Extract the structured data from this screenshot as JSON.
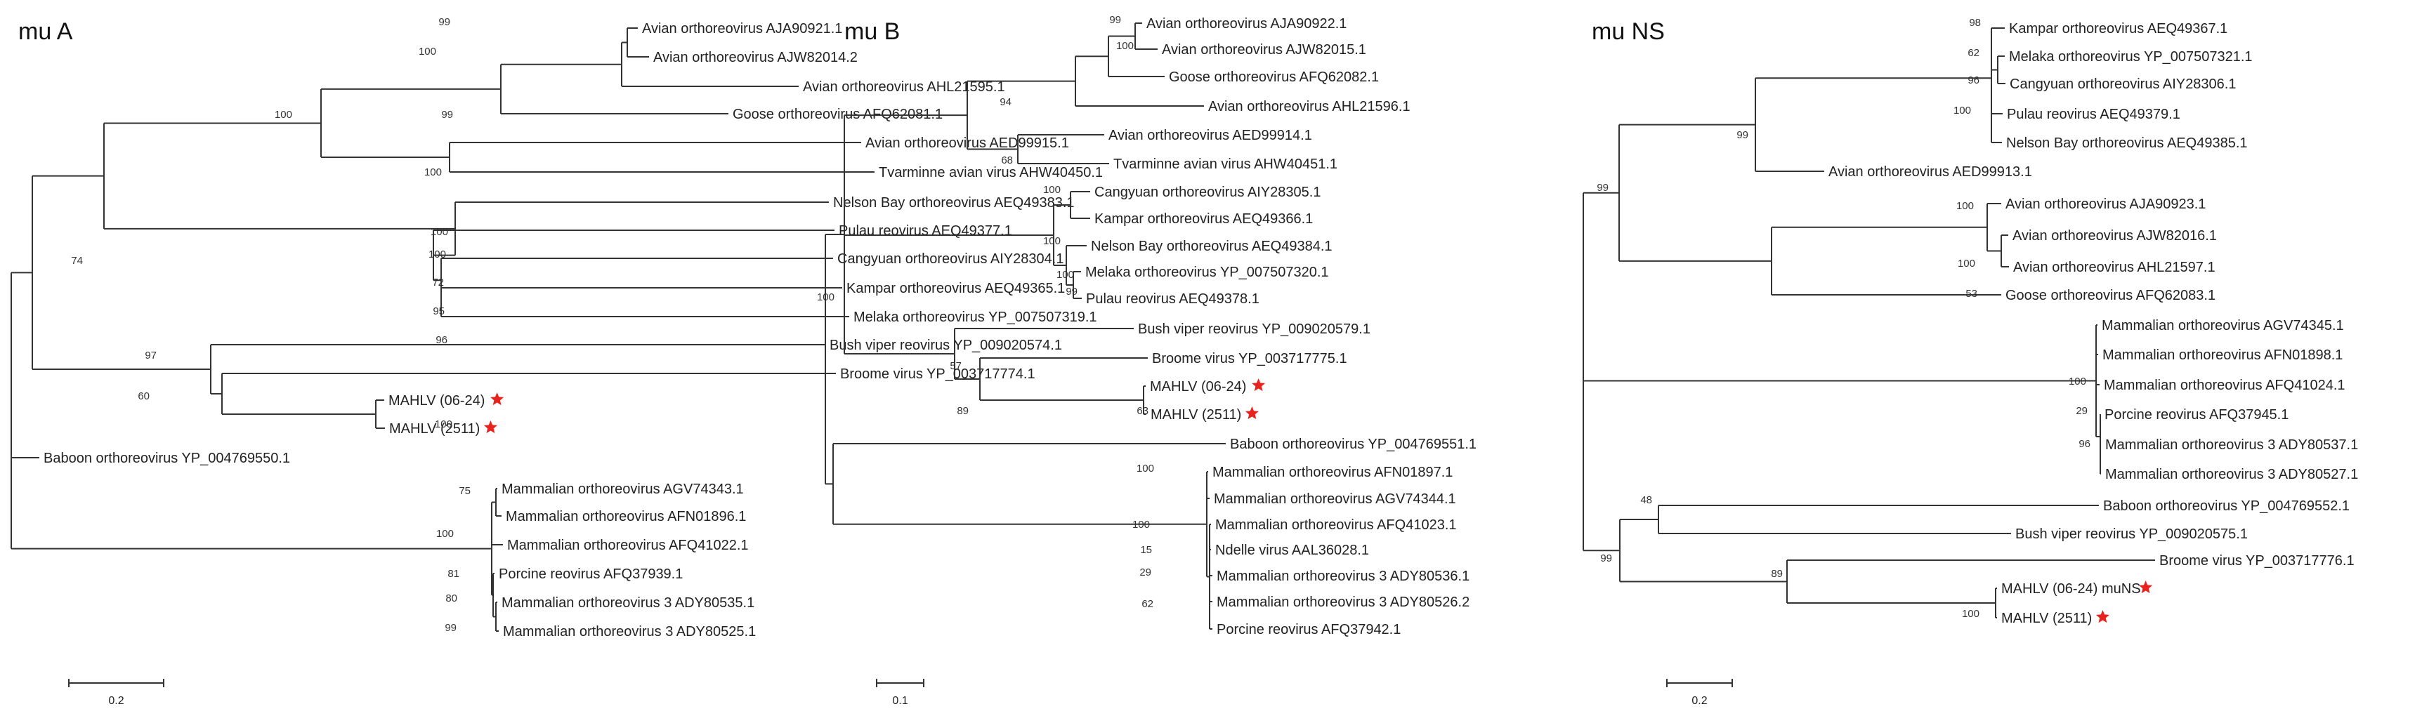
{
  "colors": {
    "branch": "#333333",
    "star": "#e8221c",
    "text": "#222222"
  },
  "panels": [
    {
      "title": "mu A",
      "scale_label": "0.2",
      "tips": [
        {
          "id": "a0",
          "label": "Avian orthoreovirus AJA90921.1",
          "star": false
        },
        {
          "id": "a1",
          "label": "Avian orthoreovirus AJW82014.2",
          "star": false
        },
        {
          "id": "a2",
          "label": "Avian orthoreovirus AHL21595.1",
          "star": false
        },
        {
          "id": "a3",
          "label": "Goose orthoreovirus AFQ62081.1",
          "star": false
        },
        {
          "id": "a4",
          "label": "Avian orthoreovirus AED99915.1",
          "star": false
        },
        {
          "id": "a5",
          "label": "Tvarminne avian virus AHW40450.1",
          "star": false
        },
        {
          "id": "a6",
          "label": "Nelson Bay orthoreovirus AEQ49383.1",
          "star": false
        },
        {
          "id": "a7",
          "label": "Pulau reovirus AEQ49377.1",
          "star": false
        },
        {
          "id": "a8",
          "label": "Cangyuan orthoreovirus AIY28304.1",
          "star": false
        },
        {
          "id": "a9",
          "label": "Kampar orthoreovirus AEQ49365.1",
          "star": false
        },
        {
          "id": "a10",
          "label": "Melaka orthoreovirus YP_007507319.1",
          "star": false
        },
        {
          "id": "a11",
          "label": "Bush viper reovirus YP_009020574.1",
          "star": false
        },
        {
          "id": "a12",
          "label": "Broome virus YP_003717774.1",
          "star": false
        },
        {
          "id": "a13",
          "label": "MAHLV (06-24)",
          "star": true
        },
        {
          "id": "a14",
          "label": "MAHLV (2511)",
          "star": true
        },
        {
          "id": "a15",
          "label": "Baboon orthoreovirus YP_004769550.1",
          "star": false
        },
        {
          "id": "a16",
          "label": "Mammalian orthoreovirus AGV74343.1",
          "star": false
        },
        {
          "id": "a17",
          "label": "Mammalian orthoreovirus AFN01896.1",
          "star": false
        },
        {
          "id": "a18",
          "label": "Mammalian orthoreovirus AFQ41022.1",
          "star": false
        },
        {
          "id": "a19",
          "label": "Porcine reovirus AFQ37939.1",
          "star": false
        },
        {
          "id": "a20",
          "label": "Mammalian orthoreovirus 3 ADY80535.1",
          "star": false
        },
        {
          "id": "a21",
          "label": "Mammalian orthoreovirus 3 ADY80525.1",
          "star": false
        }
      ],
      "bootstrap": [
        "99",
        "100",
        "99",
        "100",
        "100",
        "100",
        "100",
        "72",
        "95",
        "96",
        "74",
        "97",
        "60",
        "100",
        "75",
        "100",
        "81",
        "80",
        "99"
      ]
    },
    {
      "title": "mu B",
      "scale_label": "0.1",
      "tips": [
        {
          "id": "b0",
          "label": "Avian orthoreovirus AJA90922.1",
          "star": false
        },
        {
          "id": "b1",
          "label": "Avian orthoreovirus AJW82015.1",
          "star": false
        },
        {
          "id": "b2",
          "label": "Goose orthoreovirus AFQ62082.1",
          "star": false
        },
        {
          "id": "b3",
          "label": "Avian orthoreovirus AHL21596.1",
          "star": false
        },
        {
          "id": "b4",
          "label": "Avian orthoreovirus AED99914.1",
          "star": false
        },
        {
          "id": "b5",
          "label": "Tvarminne avian virus AHW40451.1",
          "star": false
        },
        {
          "id": "b6",
          "label": "Cangyuan orthoreovirus AIY28305.1",
          "star": false
        },
        {
          "id": "b7",
          "label": "Kampar orthoreovirus AEQ49366.1",
          "star": false
        },
        {
          "id": "b8",
          "label": "Nelson Bay orthoreovirus AEQ49384.1",
          "star": false
        },
        {
          "id": "b9",
          "label": "Melaka orthoreovirus YP_007507320.1",
          "star": false
        },
        {
          "id": "b10",
          "label": "Pulau reovirus AEQ49378.1",
          "star": false
        },
        {
          "id": "b11",
          "label": "Bush viper reovirus YP_009020579.1",
          "star": false
        },
        {
          "id": "b12",
          "label": "Broome virus YP_003717775.1",
          "star": false
        },
        {
          "id": "b13",
          "label": "MAHLV (06-24)",
          "star": true
        },
        {
          "id": "b14",
          "label": "MAHLV (2511)",
          "star": true
        },
        {
          "id": "b15",
          "label": "Baboon orthoreovirus YP_004769551.1",
          "star": false
        },
        {
          "id": "b16",
          "label": "Mammalian orthoreovirus AFN01897.1",
          "star": false
        },
        {
          "id": "b17",
          "label": "Mammalian orthoreovirus AGV74344.1",
          "star": false
        },
        {
          "id": "b18",
          "label": "Mammalian orthoreovirus AFQ41023.1",
          "star": false
        },
        {
          "id": "b19",
          "label": "Ndelle virus AAL36028.1",
          "star": false
        },
        {
          "id": "b20",
          "label": "Mammalian orthoreovirus 3 ADY80536.1",
          "star": false
        },
        {
          "id": "b21",
          "label": "Mammalian orthoreovirus 3 ADY80526.2",
          "star": false
        },
        {
          "id": "b22",
          "label": "Porcine reovirus AFQ37942.1",
          "star": false
        }
      ],
      "bootstrap": [
        "99",
        "100",
        "94",
        "68",
        "100",
        "100",
        "100",
        "99",
        "100",
        "57",
        "89",
        "63",
        "100",
        "100",
        "15",
        "29",
        "62",
        "99"
      ]
    },
    {
      "title": "mu NS",
      "scale_label": "0.2",
      "tips": [
        {
          "id": "c0",
          "label": "Kampar orthoreovirus AEQ49367.1",
          "star": false
        },
        {
          "id": "c1",
          "label": "Melaka orthoreovirus YP_007507321.1",
          "star": false
        },
        {
          "id": "c2",
          "label": "Cangyuan orthoreovirus AIY28306.1",
          "star": false
        },
        {
          "id": "c3",
          "label": "Pulau reovirus AEQ49379.1",
          "star": false
        },
        {
          "id": "c4",
          "label": "Nelson Bay orthoreovirus AEQ49385.1",
          "star": false
        },
        {
          "id": "c5",
          "label": "Avian orthoreovirus AED99913.1",
          "star": false
        },
        {
          "id": "c6",
          "label": "Avian orthoreovirus AJA90923.1",
          "star": false
        },
        {
          "id": "c7",
          "label": "Avian orthoreovirus AJW82016.1",
          "star": false
        },
        {
          "id": "c8",
          "label": "Avian orthoreovirus AHL21597.1",
          "star": false
        },
        {
          "id": "c9",
          "label": "Goose orthoreovirus AFQ62083.1",
          "star": false
        },
        {
          "id": "c10",
          "label": "Mammalian orthoreovirus AGV74345.1",
          "star": false
        },
        {
          "id": "c11",
          "label": "Mammalian orthoreovirus AFN01898.1",
          "star": false
        },
        {
          "id": "c12",
          "label": "Mammalian orthoreovirus AFQ41024.1",
          "star": false
        },
        {
          "id": "c13",
          "label": "Porcine reovirus AFQ37945.1",
          "star": false
        },
        {
          "id": "c14",
          "label": "Mammalian orthoreovirus 3 ADY80537.1",
          "star": false
        },
        {
          "id": "c15",
          "label": "Mammalian orthoreovirus 3 ADY80527.1",
          "star": false
        },
        {
          "id": "c16",
          "label": "Baboon orthoreovirus YP_004769552.1",
          "star": false
        },
        {
          "id": "c17",
          "label": "Bush viper reovirus YP_009020575.1",
          "star": false
        },
        {
          "id": "c18",
          "label": "Broome virus YP_003717776.1",
          "star": false
        },
        {
          "id": "c19",
          "label": "MAHLV (06-24) muNS",
          "star": true
        },
        {
          "id": "c20",
          "label": "MAHLV (2511)",
          "star": true
        }
      ],
      "bootstrap": [
        "98",
        "62",
        "96",
        "100",
        "99",
        "99",
        "100",
        "100",
        "53",
        "100",
        "29",
        "96",
        "48",
        "99",
        "89",
        "100"
      ]
    }
  ]
}
